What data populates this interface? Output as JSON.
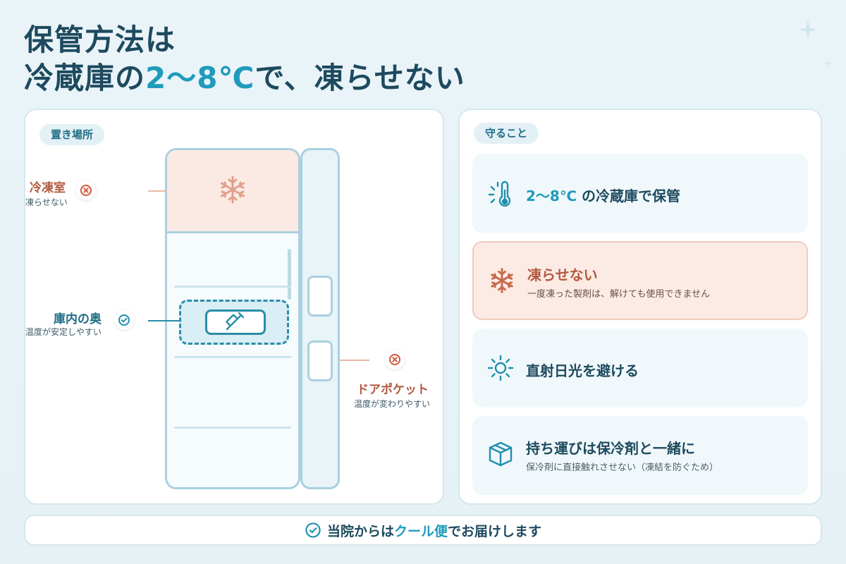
{
  "title": {
    "line1": "保管方法は",
    "line2_prefix": "冷蔵庫の",
    "line2_accent": "2〜8℃",
    "line2_suffix": "で、凍らせない"
  },
  "left_panel": {
    "chip": "置き場所",
    "labels": {
      "freezer": {
        "title": "冷凍室",
        "sub": "凍らせない",
        "status": "x-circle-icon"
      },
      "back": {
        "title": "庫内の奥",
        "sub": "温度が安定しやすい",
        "status": "check-circle-icon"
      },
      "door_pocket": {
        "title": "ドアポケット",
        "sub": "温度が変わりやすい",
        "status": "x-circle-icon"
      }
    }
  },
  "right_panel": {
    "chip": "守ること",
    "cards": [
      {
        "icon": "thermometer-icon",
        "title_accent": "2〜8℃",
        "title": " の冷蔵庫で保管",
        "sub": ""
      },
      {
        "icon": "snowflake-icon",
        "title_accent": "",
        "title": "凍らせない",
        "sub": "一度凍った製剤は、解けても使用できません"
      },
      {
        "icon": "sun-icon",
        "title_accent": "",
        "title": "直射日光を避ける",
        "sub": ""
      },
      {
        "icon": "box-icon",
        "title_accent": "",
        "title": "持ち運びは保冷剤と一緒に",
        "sub": "保冷剤に直接触れさせない（凍結を防ぐため）"
      }
    ]
  },
  "footer": {
    "prefix": "当院からは",
    "accent": "クール便",
    "suffix": "でお届けします"
  },
  "colors": {
    "accent": "#1f9bbb",
    "navy": "#1d4a5e",
    "warning": "#b3583f"
  }
}
